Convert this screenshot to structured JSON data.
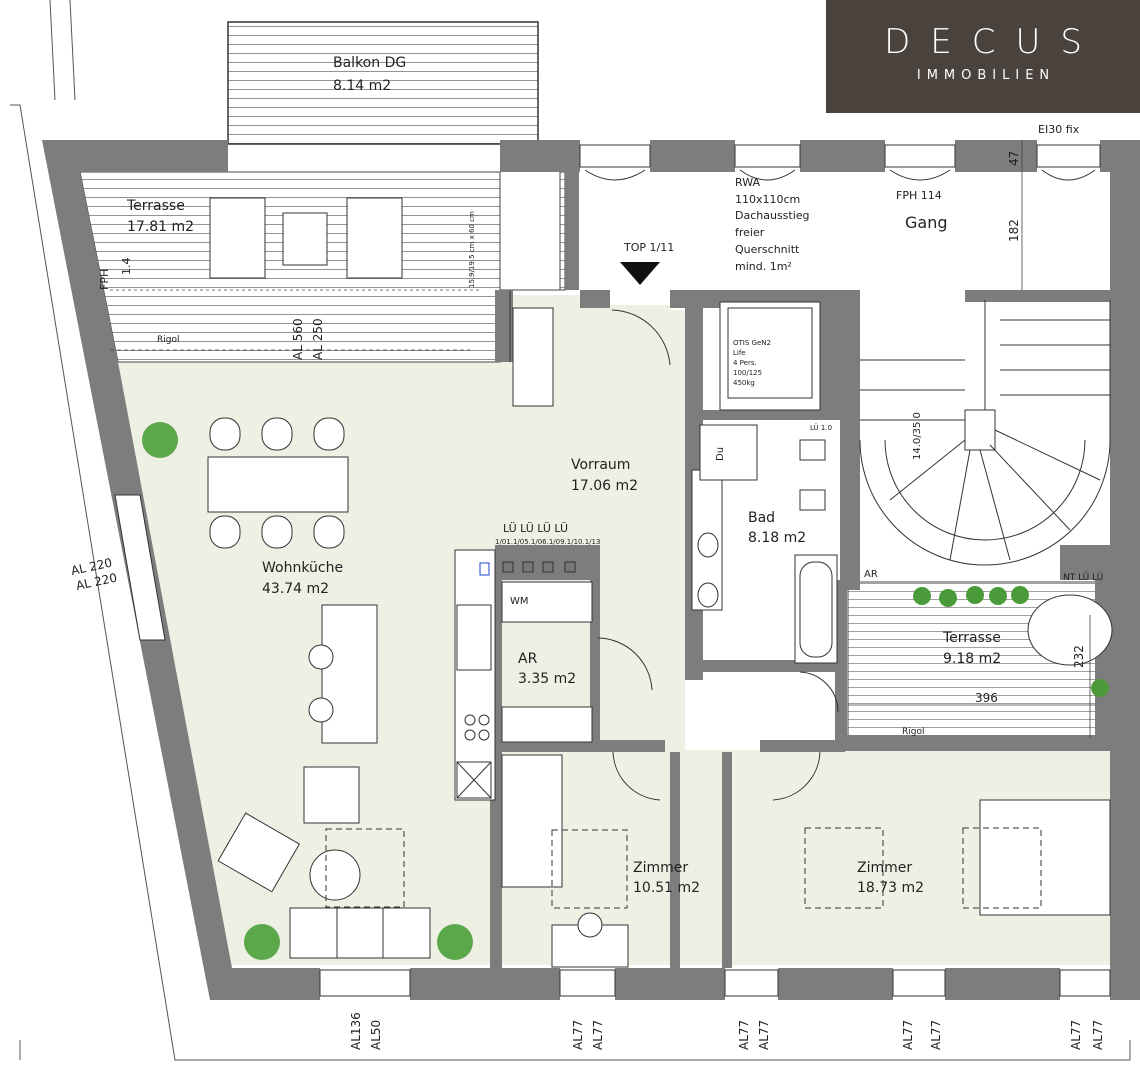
{
  "logo": {
    "brand": "DECUS",
    "sub": "IMMOBILIEN"
  },
  "colors": {
    "floor": "#eef0e4",
    "wall": "#7d7d7d",
    "logo_bg": "#4a423d"
  },
  "rooms": {
    "balkon": {
      "name": "Balkon DG",
      "area": "8.14 m2"
    },
    "terrasse_left": {
      "name": "Terrasse",
      "area": "17.81 m2"
    },
    "vorraum": {
      "name": "Vorraum",
      "area": "17.06 m2"
    },
    "wohnkueche": {
      "name": "Wohnküche",
      "area": "43.74 m2"
    },
    "bad": {
      "name": "Bad",
      "area": "8.18 m2"
    },
    "ar": {
      "name": "AR",
      "area": "3.35 m2"
    },
    "terrasse_right": {
      "name": "Terrasse",
      "area": "9.18 m2"
    },
    "zimmer_small": {
      "name": "Zimmer",
      "area": "10.51 m2"
    },
    "zimmer_large": {
      "name": "Zimmer",
      "area": "18.73 m2"
    },
    "gang": {
      "name": "Gang"
    }
  },
  "labels": {
    "top": "TOP 1/11",
    "ei30": "EI30 fix",
    "fph114": "FPH 114",
    "fph_left": "FPH",
    "fph_left_val": "1.4",
    "rwa": [
      "RWA",
      "110x110cm",
      "Dachausstieg",
      "freier",
      "Querschnitt",
      "mind. 1m²"
    ],
    "rigol_left": "Rigol",
    "rigol_right": "Rigol",
    "lue_row": "LÜ  LÜ  LÜ  LÜ",
    "lue_codes": "1/01.1/05.1/06.1/09.1/10.1/13",
    "lue_bad": "LÜ 1.0",
    "ar_small": "AR",
    "wm": "WM",
    "du": "Du",
    "nt": "NT LÜ LÜ",
    "lift": [
      "OTIS GeN2",
      "Life",
      "4 Pers.",
      "100/125",
      "450kg"
    ],
    "stair": "14.0/35.0",
    "stair_small": "15.9/19.5 cm x 60 cm"
  },
  "dimensions": {
    "d47": "47",
    "d182": "182",
    "d232": "232",
    "d396": "396",
    "al560": "AL 560",
    "al250": "AL 250",
    "al220a": "AL 220",
    "al220b": "AL 220",
    "bottom": [
      "AL136",
      "AL50",
      "AL77",
      "AL77",
      "AL77",
      "AL77",
      "AL77",
      "AL77",
      "AL77",
      "AL77"
    ]
  }
}
